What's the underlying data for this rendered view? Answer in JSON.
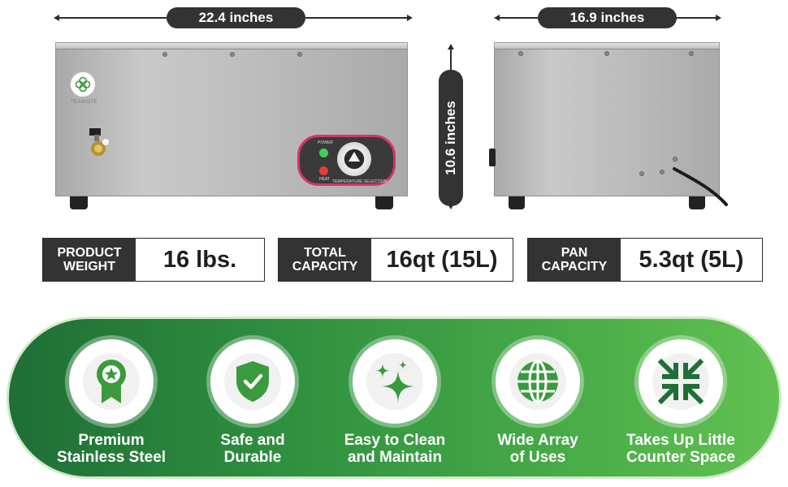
{
  "dimensions": {
    "width": "22.4 inches",
    "height": "10.6 inches",
    "depth": "16.9 inches"
  },
  "front_unit": {
    "logo_text": "TEAWOTE",
    "panel": {
      "power_label": "POWER",
      "heat_label": "HEAT",
      "dial_label": "TEMPERATURE SELECTION"
    }
  },
  "specs": [
    {
      "label_line1": "PRODUCT",
      "label_line2": "WEIGHT",
      "value": "16 lbs."
    },
    {
      "label_line1": "TOTAL",
      "label_line2": "CAPACITY",
      "value": "16qt (15L)"
    },
    {
      "label_line1": "PAN",
      "label_line2": "CAPACITY",
      "value": "5.3qt (5L)"
    }
  ],
  "features": [
    {
      "icon": "award-ribbon-icon",
      "line1": "Premium",
      "line2": "Stainless Steel"
    },
    {
      "icon": "shield-check-icon",
      "line1": "Safe and",
      "line2": "Durable"
    },
    {
      "icon": "sparkle-icon",
      "line1": "Easy to Clean",
      "line2": "and Maintain"
    },
    {
      "icon": "globe-icon",
      "line1": "Wide Array",
      "line2": "of Uses"
    },
    {
      "icon": "compress-arrows-icon",
      "line1": "Takes Up Little",
      "line2": "Counter Space"
    }
  ],
  "colors": {
    "accent_green": "#2e8f3f",
    "icon_green": "#3a9a3e",
    "panel_pink": "#d6336c",
    "label_dark": "#333333"
  }
}
